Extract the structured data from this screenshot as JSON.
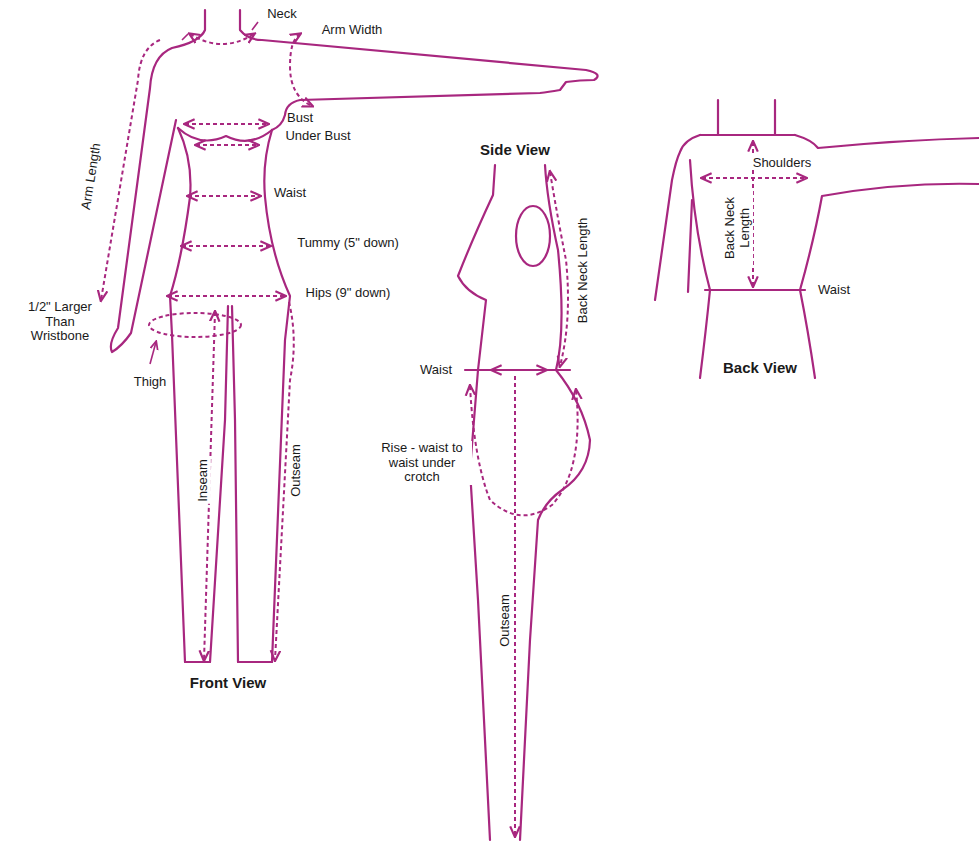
{
  "diagram": {
    "labels": [
      "Neck",
      "Arm Width",
      "Bust",
      "Under Bust",
      "Arm Length",
      "Waist",
      "Tummy (5\" down)",
      "Hips (9\" down)",
      "1/2\" Larger Than Wristbone",
      "Thigh",
      "Inseam",
      "Outseam",
      "Front View",
      "Side View",
      "Back Neck Length",
      "Waist",
      "Rise - waist to waist under crotch",
      "Outseam",
      "Shoulders",
      "Back Neck Length",
      "Waist",
      "Back View"
    ]
  }
}
